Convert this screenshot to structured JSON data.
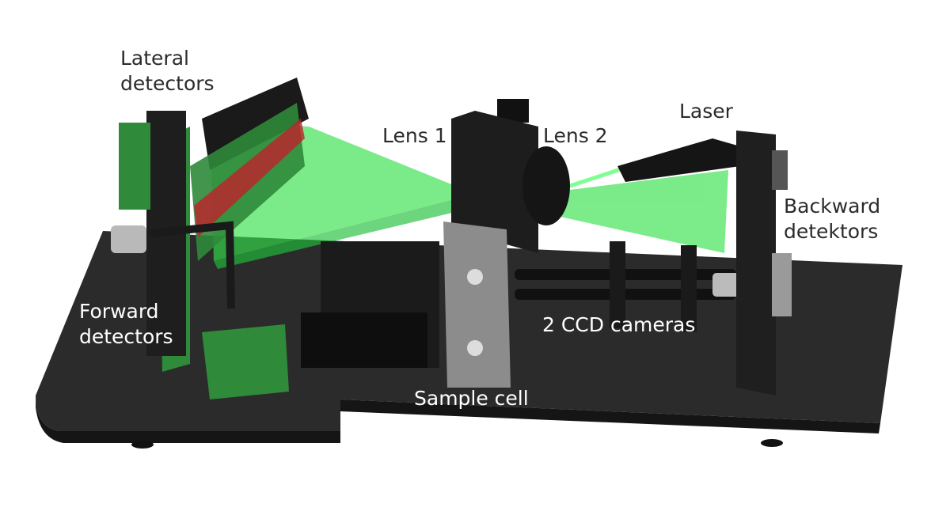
{
  "labels": {
    "lateral_detectors": [
      "Lateral",
      "detectors"
    ],
    "lens1": "Lens 1",
    "lens2": "Lens 2",
    "laser": "Laser",
    "backward_detectors": [
      "Backward",
      "detektors"
    ],
    "forward_detectors": [
      "Forward",
      "detectors"
    ],
    "ccd_cameras": "2 CCD cameras",
    "sample_cell": "Sample cell"
  },
  "colors": {
    "platform": "#2a2a2a",
    "beam": "#35e04a",
    "pcb": "#2f8a3a",
    "accent_red": "#c0202a",
    "cell_plate": "#8c8c8c"
  }
}
